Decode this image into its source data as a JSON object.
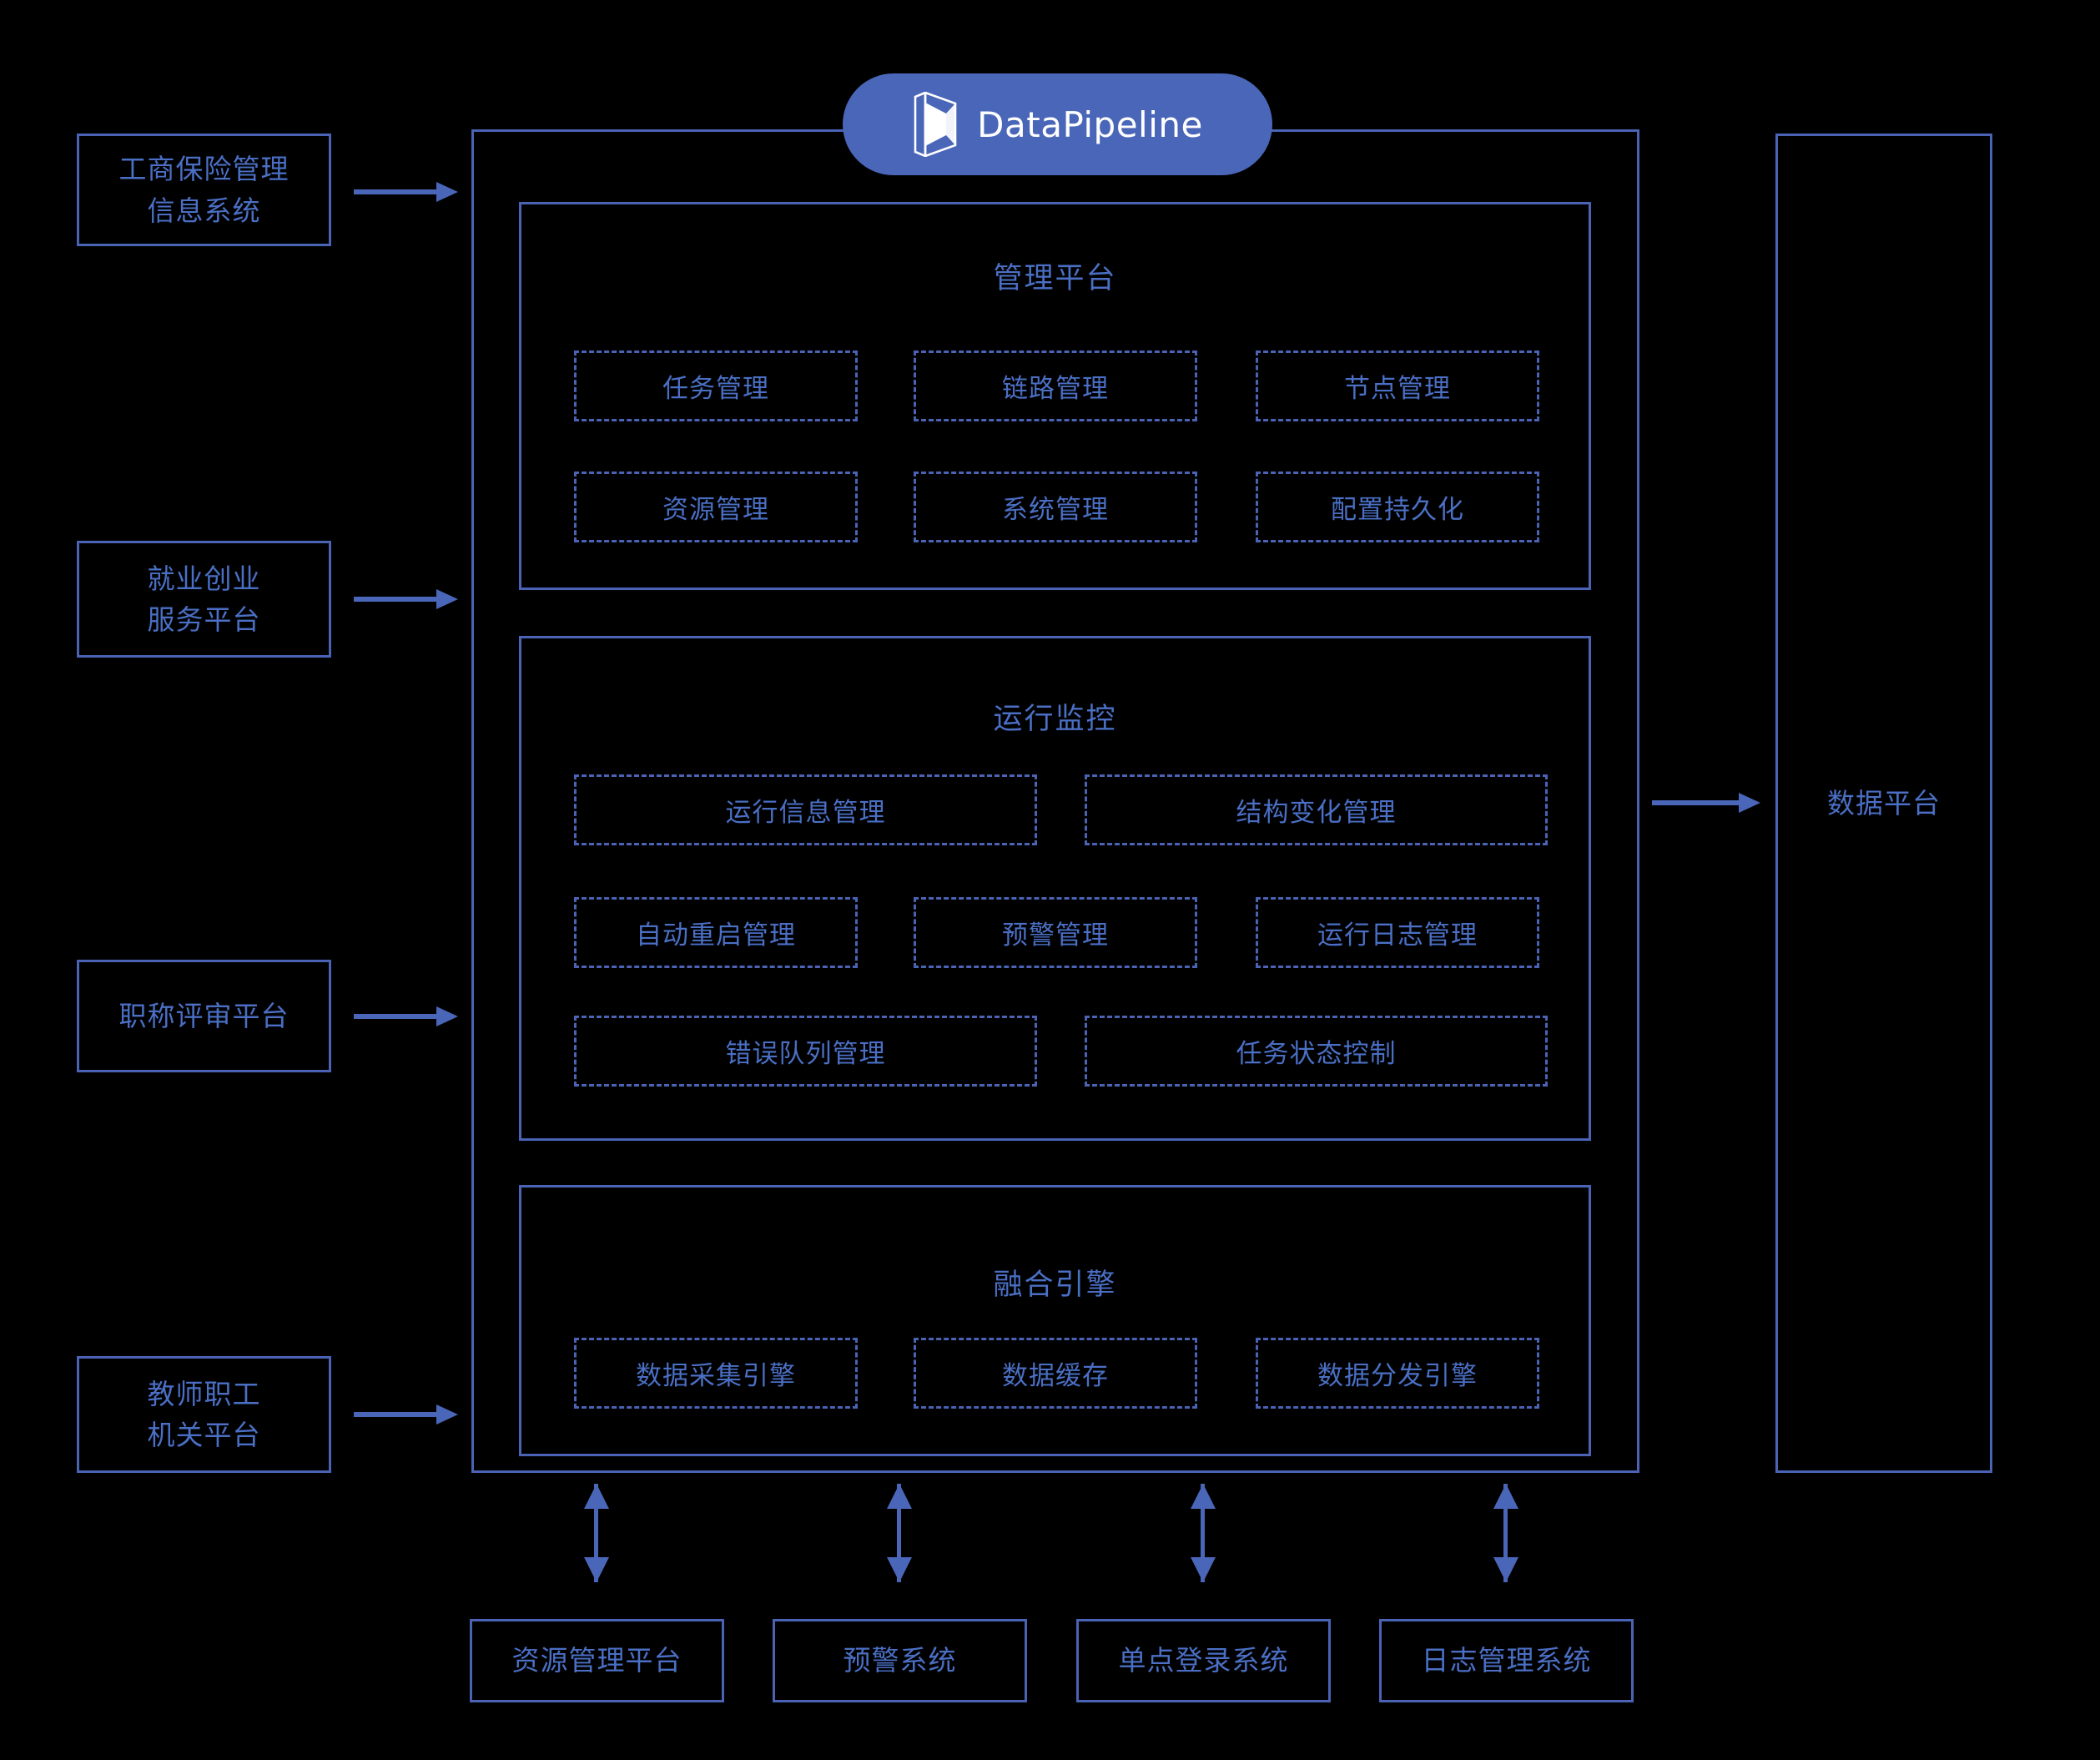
{
  "brand": {
    "name": "DataPipeline",
    "logo_icon": "datapipeline-logo-icon",
    "pill_color": "#4a66b8",
    "accent_color": "#4a63b4",
    "text_color": "#4a6fc4",
    "background_color": "#000000"
  },
  "sources": [
    {
      "label": "工商保险管理\n信息系统"
    },
    {
      "label": "就业创业\n服务平台"
    },
    {
      "label": "职称评审平台"
    },
    {
      "label": "教师职工\n机关平台"
    }
  ],
  "sections": [
    {
      "title": "管理平台",
      "cells": [
        "任务管理",
        "链路管理",
        "节点管理",
        "资源管理",
        "系统管理",
        "配置持久化"
      ]
    },
    {
      "title": "运行监控",
      "cells": [
        "运行信息管理",
        "结构变化管理",
        "自动重启管理",
        "预警管理",
        "运行日志管理",
        "错误队列管理",
        "任务状态控制"
      ]
    },
    {
      "title": "融合引擎",
      "cells": [
        "数据采集引擎",
        "数据缓存",
        "数据分发引擎"
      ]
    }
  ],
  "target": {
    "label": "数据平台"
  },
  "support_systems": [
    {
      "label": "资源管理平台"
    },
    {
      "label": "预警系统"
    },
    {
      "label": "单点登录系统"
    },
    {
      "label": "日志管理系统"
    }
  ]
}
